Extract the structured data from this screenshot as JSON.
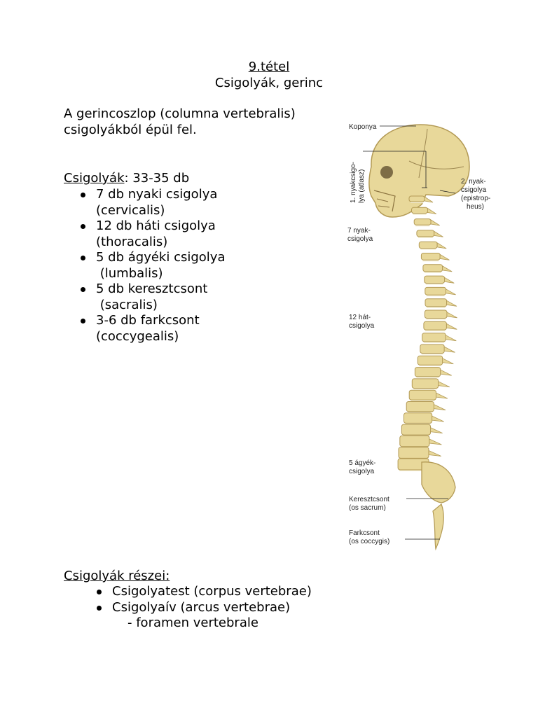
{
  "header": {
    "number": "9.tétel",
    "title": "Csigolyák, gerinc"
  },
  "intro": {
    "line1": "A gerincoszlop (columna vertebralis)",
    "line2": "csigolyákból épül fel."
  },
  "vertebrae": {
    "heading": "Csigolyák",
    "count": ": 33-35 db",
    "items": [
      {
        "main": "7 db nyaki csigolya",
        "sub": "(cervicalis)"
      },
      {
        "main": "12 db háti csigolya",
        "sub": "(thoracalis)"
      },
      {
        "main": "5 db ágyéki csigolya",
        "sub": " (lumbalis)"
      },
      {
        "main": "5 db keresztcsont",
        "sub": " (sacralis)"
      },
      {
        "main": "3-6 db farkcsont",
        "sub": "(coccygealis)"
      }
    ]
  },
  "figure": {
    "labels": {
      "koponya": "Koponya",
      "atlas1": "1. nyakcsigo-",
      "atlas2": "lya (atlasz)",
      "neck2_1": "2. nyak-",
      "neck2_2": "csigolya",
      "neck2_3": "(epistrop-",
      "neck2_4": "heus)",
      "neck7_1": "7 nyak-",
      "neck7_2": "csigolya",
      "back12_1": "12 hát-",
      "back12_2": "csigolya",
      "lumbar5_1": "5 ágyék-",
      "lumbar5_2": "csigolya",
      "sacrum1": "Keresztcsont",
      "sacrum2": "(os sacrum)",
      "coccyx1": "Farkcsont",
      "coccyx2": "(os coccygis)"
    },
    "colors": {
      "bone": "#e8d89a",
      "bone_edge": "#b39a55",
      "disc": "#f3ecd0"
    }
  },
  "parts": {
    "heading": "Csigolyák részei:",
    "items": [
      "Csigolyatest (corpus vertebrae)",
      "Csigolyaív (arcus vertebrae)"
    ],
    "sub": "- foramen vertebrale"
  }
}
